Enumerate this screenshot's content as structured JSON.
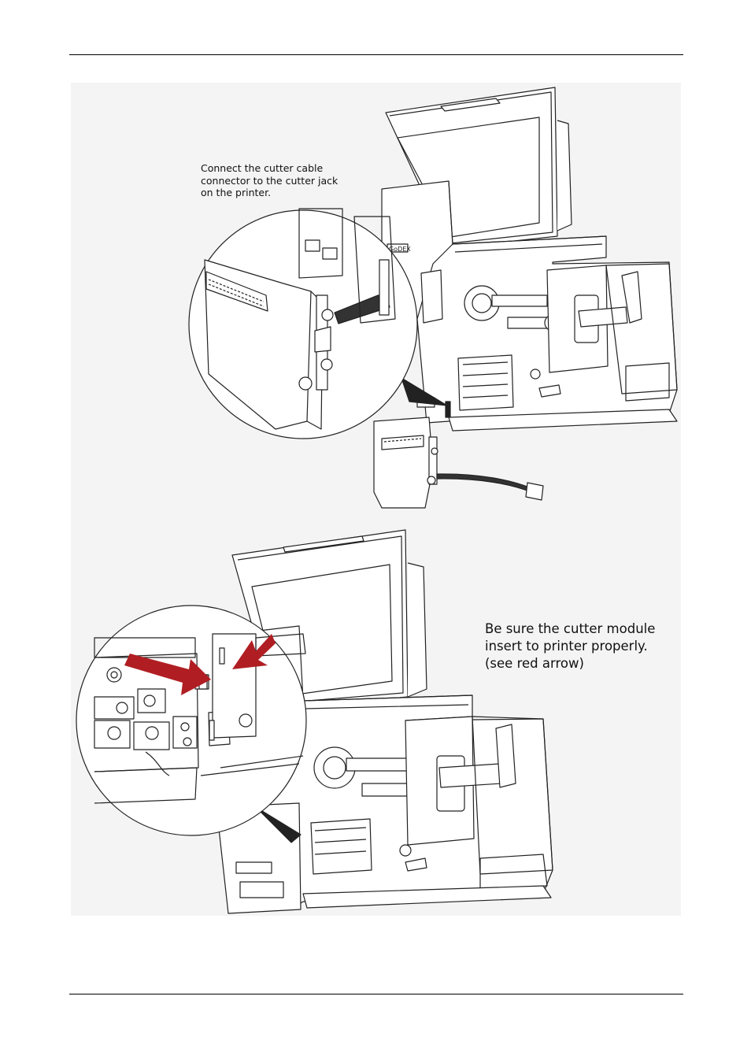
{
  "header": {},
  "figure": {
    "callout_top": "Connect the cutter cable\nconnector to the cutter jack\non the printer.",
    "callout_bottom": "Be sure the cutter module\ninsert to printer properly.\n(see red arrow)",
    "printer_logo": "GoDEX",
    "arrow_color": "#b01e23",
    "line_color": "#222222"
  },
  "footer": {}
}
